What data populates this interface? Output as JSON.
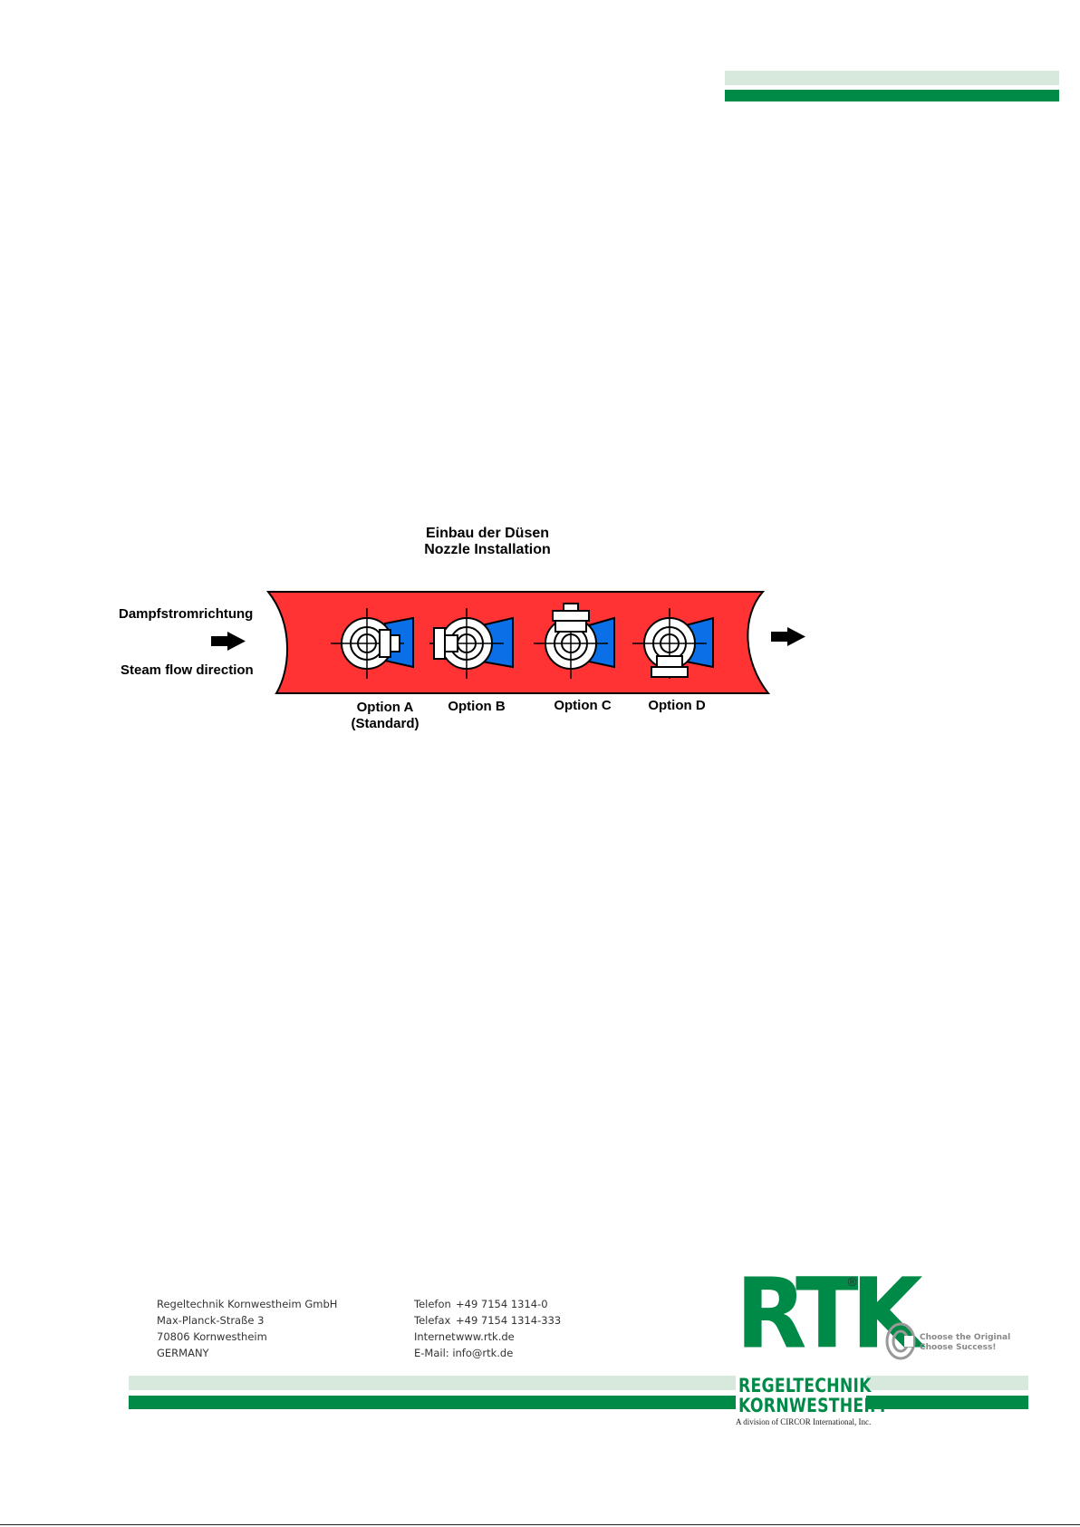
{
  "diagram": {
    "title_de": "Einbau der Düsen",
    "title_en": "Nozzle Installation",
    "flow_label_de": "Dampfstromrichtung",
    "flow_label_en": "Steam flow direction",
    "options": [
      {
        "label": "Option A",
        "sublabel": "(Standard)"
      },
      {
        "label": "Option B",
        "sublabel": ""
      },
      {
        "label": "Option C",
        "sublabel": ""
      },
      {
        "label": "Option D",
        "sublabel": ""
      }
    ],
    "colors": {
      "pipe": "#ff3333",
      "nozzle": "#0b6fe8",
      "outline": "#000000"
    }
  },
  "footer": {
    "address": [
      "Regeltechnik Kornwestheim GmbH",
      "Max-Planck-Straße 3",
      "70806 Kornwestheim",
      "GERMANY"
    ],
    "contact": [
      {
        "key": "Telefon",
        "value": "+49  7154  1314-0"
      },
      {
        "key": "Telefax",
        "value": "+49  7154  1314-333"
      },
      {
        "key": "Internet",
        "value": "www.rtk.de"
      },
      {
        "key": "E-Mail:",
        "value": "info@rtk.de"
      }
    ],
    "logo_letters": "RTK",
    "registered_mark": "®",
    "company_line1": "REGELTECHNIK",
    "company_line2": "KORNWESTHEIM",
    "division": "A division of CIRCOR International, Inc.",
    "slogan_line1": "Choose the Original",
    "slogan_line2": "Choose Success!"
  },
  "colors": {
    "brand_green": "#008a47",
    "light_green": "#d6e9dc"
  }
}
